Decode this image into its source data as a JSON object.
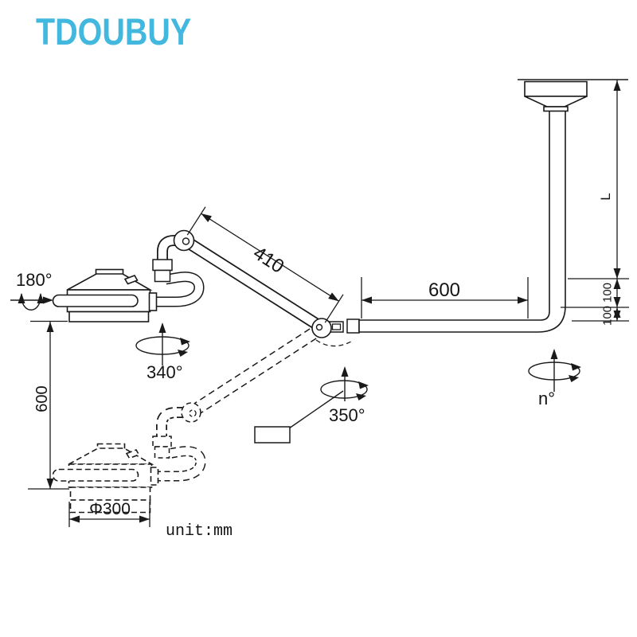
{
  "logo": {
    "text": "TDOUBUY",
    "color": "#42b8de"
  },
  "dimensions": {
    "spring_arm_length": "410",
    "horizontal_arm_length": "600",
    "drop_tube_length": "L",
    "offset_upper": "100",
    "offset_lower": "100",
    "vertical_range": "600",
    "lamp_head_diameter": "Φ300"
  },
  "angles": {
    "head_tilt": "180°",
    "head_swivel": "340°",
    "arm_swivel": "350°",
    "base_swivel": "n°"
  },
  "note": {
    "unit_label": "unit:mm"
  },
  "line_color": "#1a1a1a"
}
